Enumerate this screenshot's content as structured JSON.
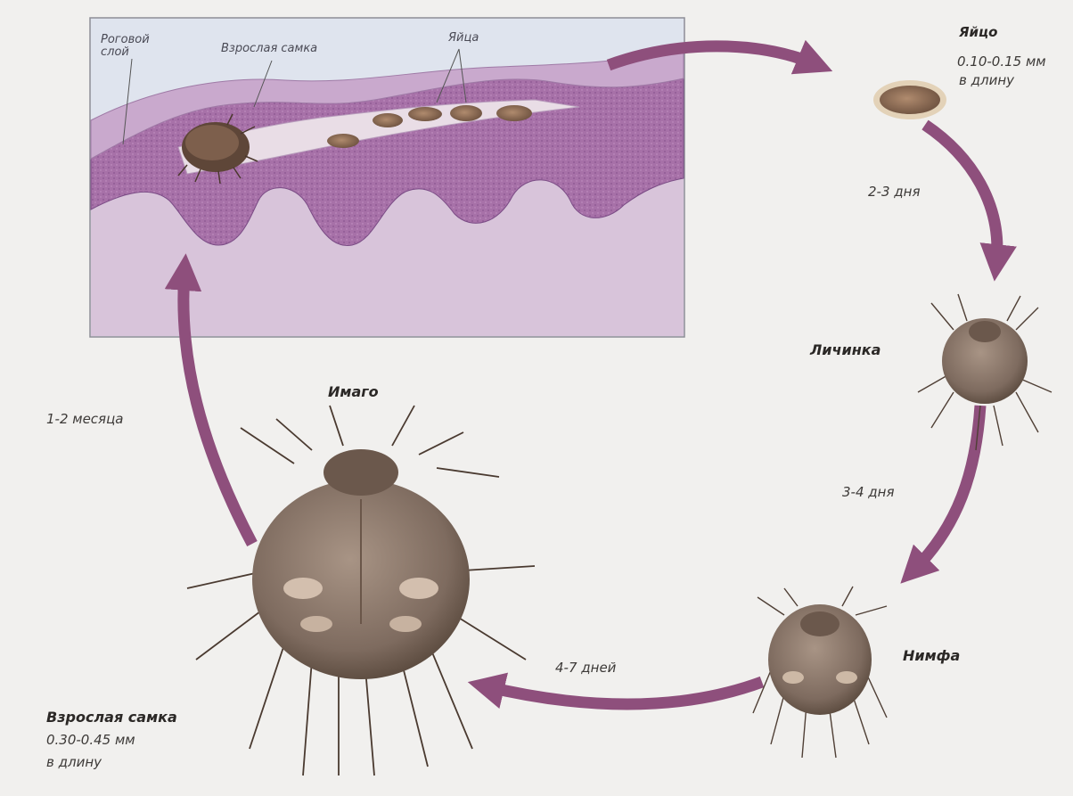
{
  "diagram": {
    "inset": {
      "label_stratum_line1": "Роговой",
      "label_stratum_line2": "слой",
      "label_adult_female": "Взрослая самка",
      "label_eggs": "Яйца"
    },
    "stages": {
      "egg": {
        "title": "Яйцо",
        "size_line1": "0.10-0.15 мм",
        "size_line2": "в длину"
      },
      "larva": {
        "title": "Личинка"
      },
      "nymph": {
        "title": "Нимфа"
      },
      "imago": {
        "title": "Имаго"
      },
      "adult_female": {
        "title": "Взрослая самка",
        "size_line1": "0.30-0.45 мм",
        "size_line2": "в длину"
      }
    },
    "durations": {
      "egg_to_larva": "2-3 дня",
      "larva_to_nymph": "3-4 дня",
      "nymph_to_imago": "4-7 дней",
      "imago_to_skin": "1-2 месяца"
    },
    "colors": {
      "arrow": "#8e4f7c",
      "skin_epidermis": "#a771a8",
      "skin_dermis": "#d6c2d8",
      "stratum": "#c9a9cd",
      "mite_body": "#8c7a6e",
      "mite_dark": "#5a4a40",
      "background": "#f1f0ee"
    }
  }
}
